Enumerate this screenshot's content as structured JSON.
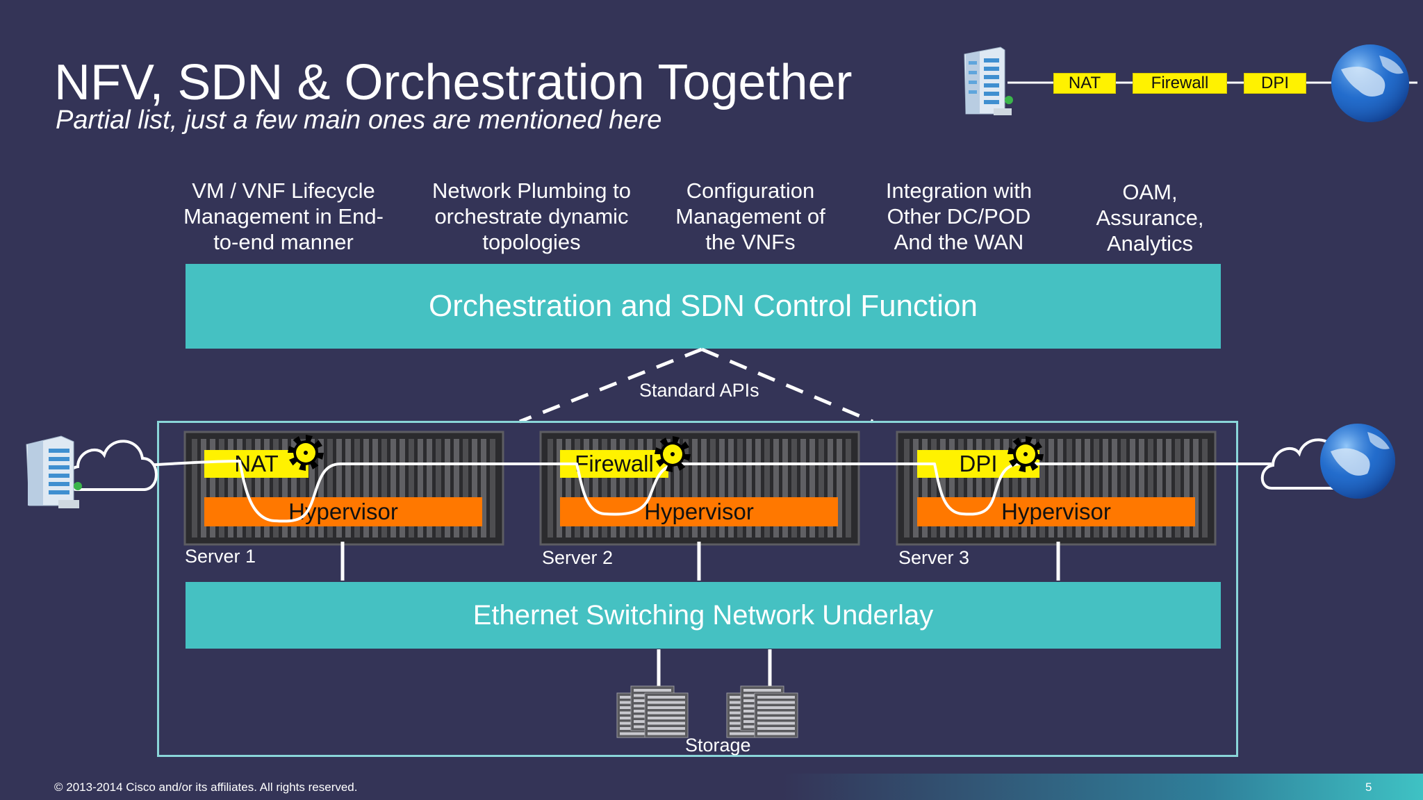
{
  "slide": {
    "title": "NFV, SDN & Orchestration Together",
    "subtitle": "Partial list, just a few main ones are mentioned here"
  },
  "service_chain": {
    "items": [
      "NAT",
      "Firewall",
      "DPI"
    ]
  },
  "features": [
    "VM / VNF Lifecycle Management in End-to-end manner",
    "Network Plumbing to orchestrate dynamic topologies",
    "Configuration Management of the VNFs",
    "Integration with Other DC/POD And the WAN",
    "OAM, Assurance, Analytics"
  ],
  "orchestration_bar": "Orchestration and SDN Control Function",
  "api_label": "Standard APIs",
  "servers": [
    {
      "label": "Server 1",
      "vnf": "NAT",
      "hypervisor": "Hypervisor"
    },
    {
      "label": "Server 2",
      "vnf": "Firewall",
      "hypervisor": "Hypervisor"
    },
    {
      "label": "Server 3",
      "vnf": "DPI",
      "hypervisor": "Hypervisor"
    }
  ],
  "underlay_bar": "Ethernet Switching Network Underlay",
  "storage_label": "Storage",
  "footer": {
    "copyright": "© 2013-2014  Cisco and/or its affiliates. All rights reserved.",
    "page": "5"
  },
  "colors": {
    "background": "#343457",
    "teal": "#45c1c2",
    "vnf_yellow": "#fff200",
    "hypervisor_orange": "#ff7800"
  }
}
